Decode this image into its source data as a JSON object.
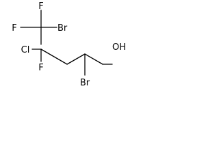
{
  "molecule": {
    "atoms": {
      "f_top": "F",
      "f_left": "F",
      "br_top": "Br",
      "cl": "Cl",
      "f_mid": "F",
      "br_bottom": "Br",
      "oh": "OH"
    }
  },
  "colors": {
    "bond": "#000000",
    "label": "#000000",
    "background": "#ffffff"
  }
}
